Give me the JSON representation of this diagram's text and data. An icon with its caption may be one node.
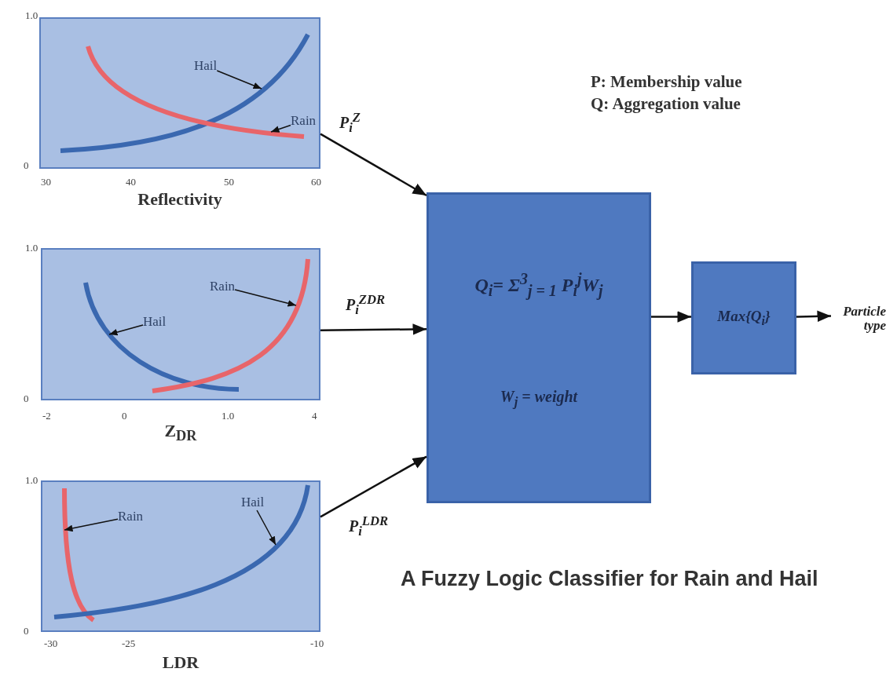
{
  "diagram": {
    "title": "A Fuzzy Logic Classifier for Rain and Hail",
    "nodes": [
      {
        "text": [
          "Reflectivity"
        ]
      },
      {
        "text": [
          "Hail"
        ],
        "in": 0
      },
      {
        "text": [
          "Rain"
        ],
        "in": 0
      },
      {
        "text": [
          "Z$_{DR}$"
        ]
      },
      {
        "text": [
          "Rain"
        ],
        "in": 3
      },
      {
        "text": [
          "Hail"
        ],
        "in": 3
      },
      {
        "text": [
          "LDR"
        ]
      },
      {
        "text": [
          "Rain"
        ],
        "in": 6
      },
      {
        "text": [
          "Hail"
        ],
        "in": 6
      },
      {
        "text": [
          "Q$_{i}$= Σ$^{3}$$_{j = 1}$ P$_{i}$$^{j}$W$_{j}$",
          "W$_{j}$ = weight"
        ]
      },
      {
        "text": [
          "Max{Q$_{i}$}"
        ]
      },
      {
        "text": [
          "Particle type"
        ]
      }
    ],
    "edges": [
      {
        "from": 1,
        "to": null,
        "arrow": "to"
      },
      {
        "from": 2,
        "to": null,
        "arrow": "to"
      },
      {
        "from": 4,
        "to": null,
        "arrow": "to"
      },
      {
        "from": 5,
        "to": null,
        "arrow": "to"
      },
      {
        "from": 7,
        "to": null,
        "arrow": "to"
      },
      {
        "from": 8,
        "to": null,
        "arrow": "to"
      },
      {
        "from": 0,
        "to": 9,
        "arrow": "to",
        "label": "P$_{i}$$^{Z}$"
      },
      {
        "from": 3,
        "to": 9,
        "arrow": "to",
        "label": "P$_{i}$$^{ZDR}$"
      },
      {
        "from": 6,
        "to": 9,
        "arrow": "to",
        "label": "P$_{i}$$^{LDR}$"
      },
      {
        "from": 9,
        "to": 10,
        "arrow": "to"
      },
      {
        "from": 10,
        "to": 11,
        "arrow": "to"
      }
    ],
    "labels": [
      "1.0",
      "P: Membership value",
      "Q: Aggregation value",
      "0",
      "30",
      "40",
      "50",
      "60",
      "1.0",
      "0",
      "-2",
      "0",
      "1.0",
      "4",
      "1.0",
      "0",
      "-30",
      "-25",
      "-10"
    ]
  }
}
